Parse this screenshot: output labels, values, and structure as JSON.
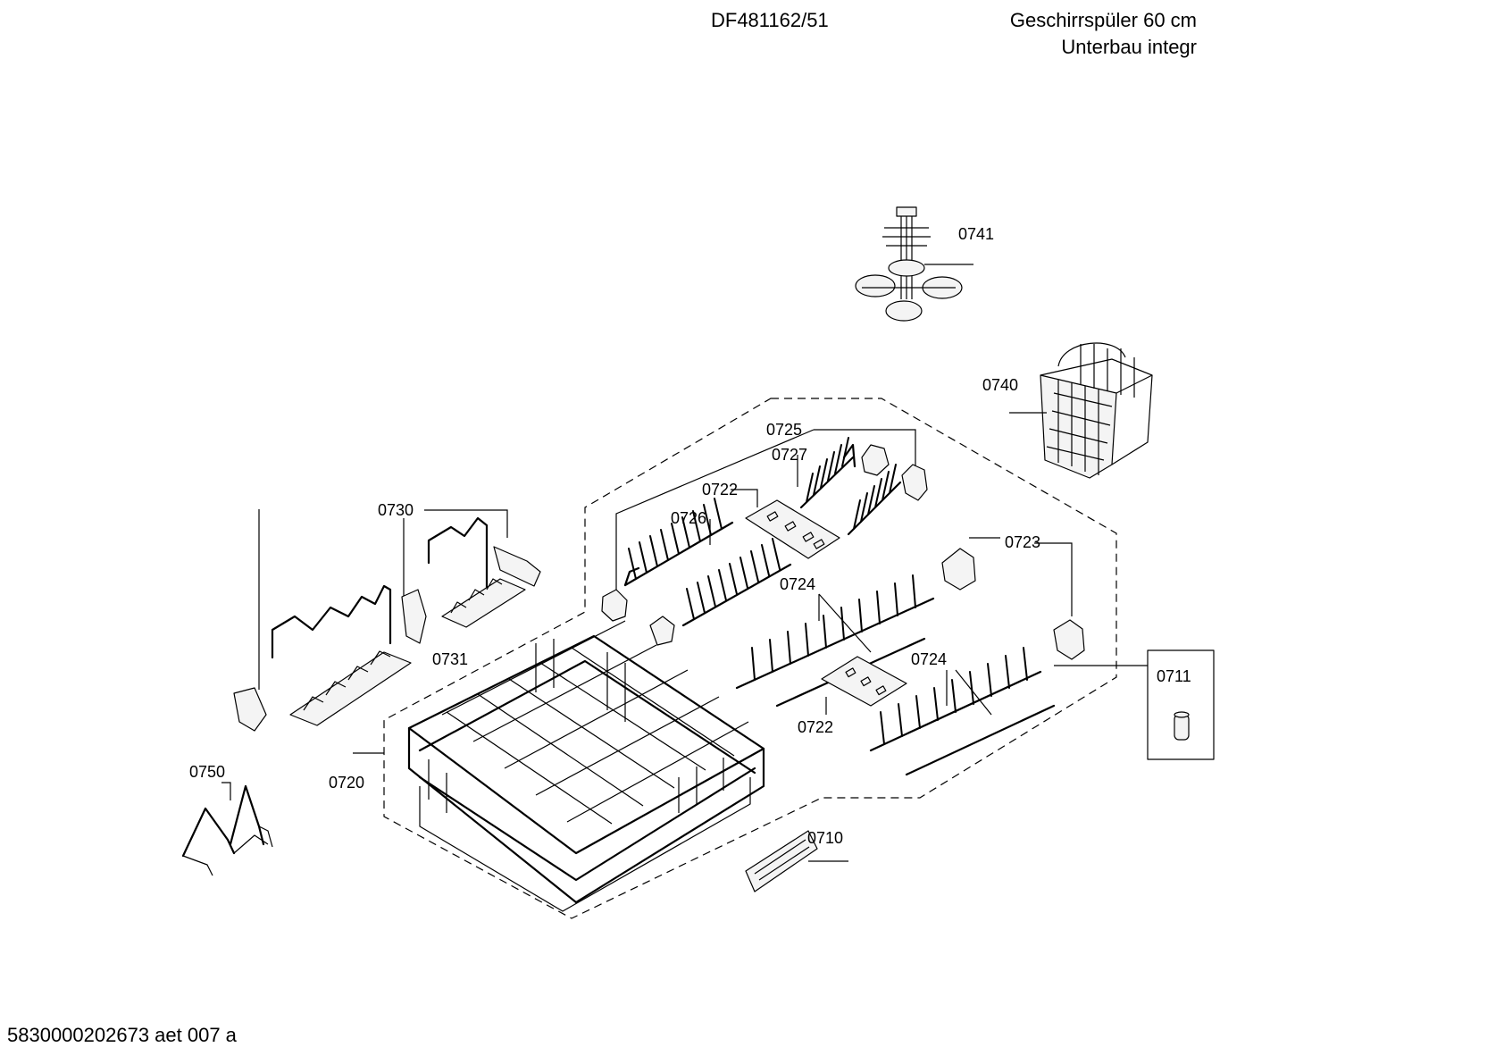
{
  "header": {
    "model": "DF481162/51",
    "title_line1": "Geschirrspüler 60 cm",
    "title_line2": "Unterbau integr"
  },
  "footer": {
    "doc_id": "5830000202673 aet 007 a"
  },
  "parts": {
    "p0741": "0741",
    "p0740": "0740",
    "p0725": "0725",
    "p0727": "0727",
    "p0722a": "0722",
    "p0726": "0726",
    "p0730": "0730",
    "p0723": "0723",
    "p0724a": "0724",
    "p0731": "0731",
    "p0724b": "0724",
    "p0711": "0711",
    "p0722b": "0722",
    "p0750": "0750",
    "p0720": "0720",
    "p0710": "0710"
  }
}
